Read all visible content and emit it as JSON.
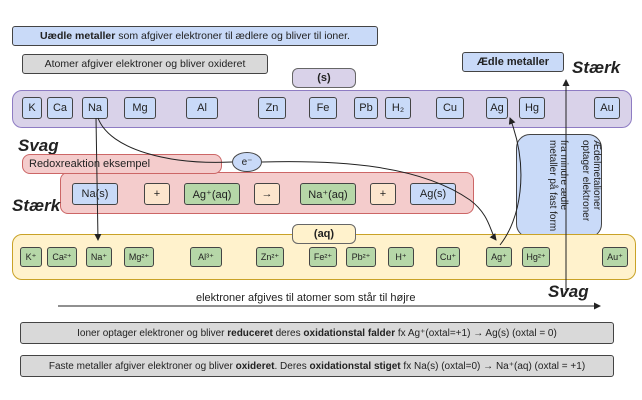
{
  "top_note": {
    "bold": "Uædle metaller",
    "rest": " som afgiver elektroner til ædlere og bliver til ioner."
  },
  "oxidation_note": "Atomer afgiver elektroner og bliver oxideret",
  "noble_label": "Ædle metaller",
  "strong_top": "Stærk",
  "weak_left": "Svag",
  "strong_left": "Stærk",
  "weak_bottom": "Svag",
  "s_tag": "(s)",
  "aq_tag": "(aq)",
  "metals": [
    "K",
    "Ca",
    "Na",
    "Mg",
    "Al",
    "Zn",
    "Fe",
    "Pb",
    "H₂",
    "Cu",
    "Ag",
    "Hg",
    "Au"
  ],
  "ions": [
    "K⁺",
    "Ca²⁺",
    "Na⁺",
    "Mg²⁺",
    "Al³⁺",
    "Zn²⁺",
    "Fe²⁺",
    "Pb²⁺",
    "H⁺",
    "Cu⁺",
    "Ag⁺",
    "Hg²⁺",
    "Au⁺"
  ],
  "redox": {
    "title": "Redoxreaktion eksempel",
    "electron": "e⁻",
    "terms": [
      "Na(s)",
      "+",
      "Ag⁺(aq)",
      "→",
      "Na⁺(aq)",
      "+",
      "Ag(s)"
    ]
  },
  "vertical_note_left": "fra mindre ædle metaller på fast form",
  "vertical_note_right": "Ædelmetalioner optager elektroner",
  "axis_label": "elektroner afgives til atomer som står til højre",
  "note_reduced": {
    "a": "Ioner optager elektroner og bliver ",
    "b": "reduceret",
    "c": " deres ",
    "d": "oxidationstal falder",
    "e": " fx Ag⁺(oxtal=+1) → Ag(s) (oxtal = 0)"
  },
  "note_oxidized": {
    "a": "Faste metaller afgiver elektroner og bliver ",
    "b": "oxideret",
    "c": ".  Deres ",
    "d": "oxidationstal stiget",
    "e": " fx Na(s) (oxtal=0) → Na⁺(aq) (oxtal = +1)"
  }
}
